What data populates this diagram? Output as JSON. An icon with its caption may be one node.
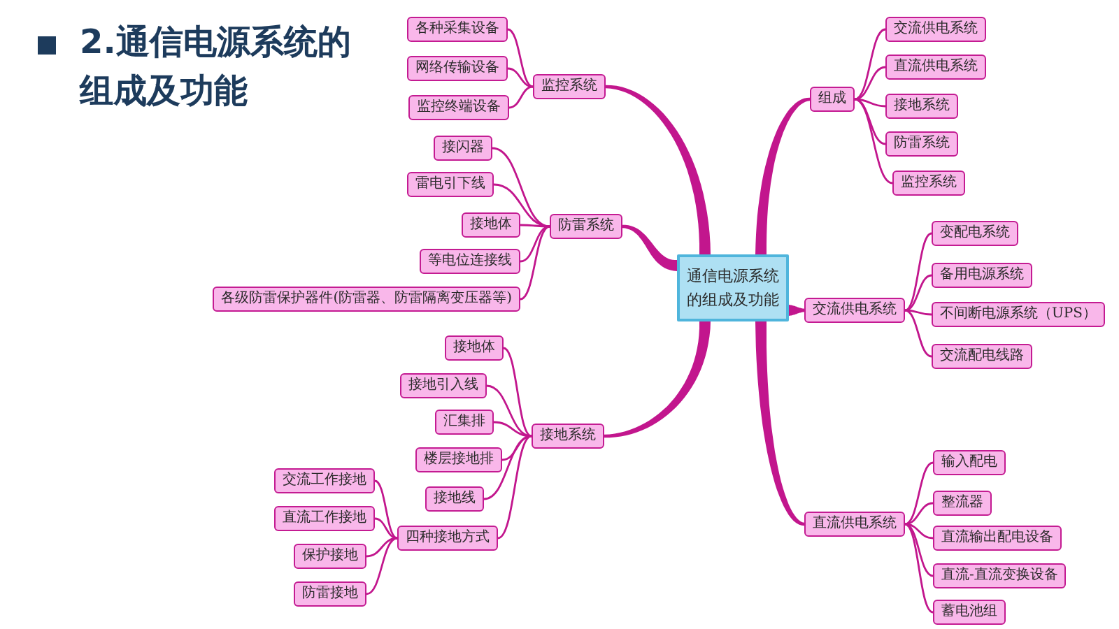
{
  "diagram": {
    "title": "2.通信电源系统的组成及功能",
    "nodes": [
      {
        "text": [
          "通信电源系统的组成及功能"
        ]
      },
      {
        "text": [
          "组成"
        ]
      },
      {
        "text": [
          "交流供电系统"
        ]
      },
      {
        "text": [
          "直流供电系统"
        ]
      },
      {
        "text": [
          "接地系统"
        ]
      },
      {
        "text": [
          "防雷系统"
        ]
      },
      {
        "text": [
          "监控系统"
        ]
      },
      {
        "text": [
          "交流供电系统"
        ]
      },
      {
        "text": [
          "变配电系统"
        ]
      },
      {
        "text": [
          "备用电源系统"
        ]
      },
      {
        "text": [
          "不间断电源系统（UPS）"
        ]
      },
      {
        "text": [
          "交流配电线路"
        ]
      },
      {
        "text": [
          "直流供电系统"
        ]
      },
      {
        "text": [
          "输入配电"
        ]
      },
      {
        "text": [
          "整流器"
        ]
      },
      {
        "text": [
          "直流输出配电设备"
        ]
      },
      {
        "text": [
          "直流-直流变换设备"
        ]
      },
      {
        "text": [
          "蓄电池组"
        ]
      },
      {
        "text": [
          "监控系统"
        ]
      },
      {
        "text": [
          "各种采集设备"
        ]
      },
      {
        "text": [
          "网络传输设备"
        ]
      },
      {
        "text": [
          "监控终端设备"
        ]
      },
      {
        "text": [
          "防雷系统"
        ]
      },
      {
        "text": [
          "接闪器"
        ]
      },
      {
        "text": [
          "雷电引下线"
        ]
      },
      {
        "text": [
          "接地体"
        ]
      },
      {
        "text": [
          "等电位连接线"
        ]
      },
      {
        "text": [
          "各级防雷保护器件(防雷器、防雷隔离变压器等)"
        ]
      },
      {
        "text": [
          "接地系统"
        ]
      },
      {
        "text": [
          "接地体"
        ]
      },
      {
        "text": [
          "接地引入线"
        ]
      },
      {
        "text": [
          "汇集排"
        ]
      },
      {
        "text": [
          "楼层接地排"
        ]
      },
      {
        "text": [
          "接地线"
        ]
      },
      {
        "text": [
          "四种接地方式"
        ]
      },
      {
        "text": [
          "交流工作接地"
        ]
      },
      {
        "text": [
          "直流工作接地"
        ]
      },
      {
        "text": [
          "保护接地"
        ]
      },
      {
        "text": [
          "防雷接地"
        ]
      }
    ],
    "edges": [
      {
        "from": 0,
        "to": 1,
        "arrow": "none",
        "style": "thick"
      },
      {
        "from": 1,
        "to": 2,
        "arrow": "none"
      },
      {
        "from": 1,
        "to": 3,
        "arrow": "none"
      },
      {
        "from": 1,
        "to": 4,
        "arrow": "none"
      },
      {
        "from": 1,
        "to": 5,
        "arrow": "none"
      },
      {
        "from": 1,
        "to": 6,
        "arrow": "none"
      },
      {
        "from": 0,
        "to": 7,
        "arrow": "none",
        "style": "thick"
      },
      {
        "from": 7,
        "to": 8,
        "arrow": "none"
      },
      {
        "from": 7,
        "to": 9,
        "arrow": "none"
      },
      {
        "from": 7,
        "to": 10,
        "arrow": "none"
      },
      {
        "from": 7,
        "to": 11,
        "arrow": "none"
      },
      {
        "from": 0,
        "to": 12,
        "arrow": "none",
        "style": "thick"
      },
      {
        "from": 12,
        "to": 13,
        "arrow": "none"
      },
      {
        "from": 12,
        "to": 14,
        "arrow": "none"
      },
      {
        "from": 12,
        "to": 15,
        "arrow": "none"
      },
      {
        "from": 12,
        "to": 16,
        "arrow": "none"
      },
      {
        "from": 12,
        "to": 17,
        "arrow": "none"
      },
      {
        "from": 0,
        "to": 18,
        "arrow": "none",
        "style": "thick"
      },
      {
        "from": 18,
        "to": 19,
        "arrow": "none"
      },
      {
        "from": 18,
        "to": 20,
        "arrow": "none"
      },
      {
        "from": 18,
        "to": 21,
        "arrow": "none"
      },
      {
        "from": 0,
        "to": 22,
        "arrow": "none",
        "style": "thick"
      },
      {
        "from": 22,
        "to": 23,
        "arrow": "none"
      },
      {
        "from": 22,
        "to": 24,
        "arrow": "none"
      },
      {
        "from": 22,
        "to": 25,
        "arrow": "none"
      },
      {
        "from": 22,
        "to": 26,
        "arrow": "none"
      },
      {
        "from": 22,
        "to": 27,
        "arrow": "none"
      },
      {
        "from": 0,
        "to": 28,
        "arrow": "none",
        "style": "thick"
      },
      {
        "from": 28,
        "to": 29,
        "arrow": "none"
      },
      {
        "from": 28,
        "to": 30,
        "arrow": "none"
      },
      {
        "from": 28,
        "to": 31,
        "arrow": "none"
      },
      {
        "from": 28,
        "to": 32,
        "arrow": "none"
      },
      {
        "from": 28,
        "to": 33,
        "arrow": "none"
      },
      {
        "from": 28,
        "to": 34,
        "arrow": "none"
      },
      {
        "from": 34,
        "to": 35,
        "arrow": "none"
      },
      {
        "from": 34,
        "to": 36,
        "arrow": "none"
      },
      {
        "from": 34,
        "to": 37,
        "arrow": "none"
      },
      {
        "from": 34,
        "to": 38,
        "arrow": "none"
      }
    ]
  }
}
